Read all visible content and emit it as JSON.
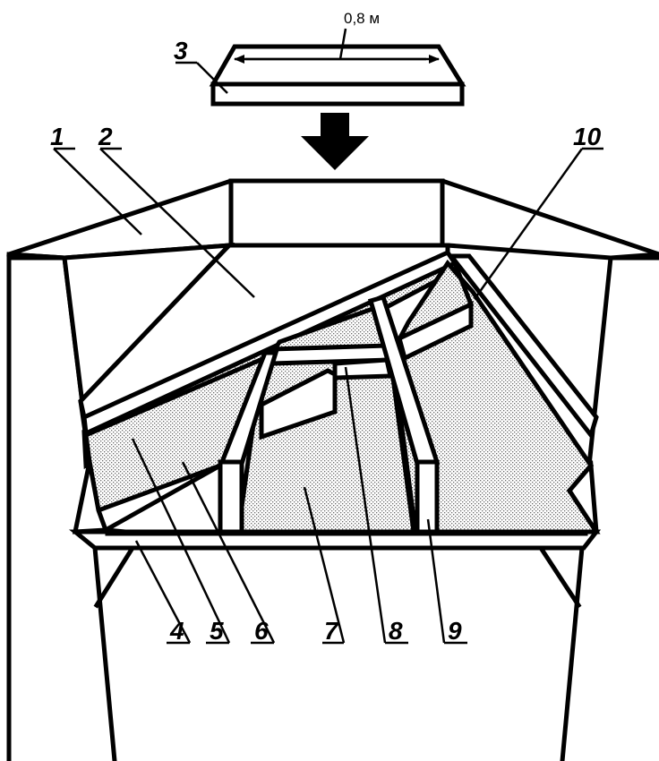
{
  "dimension": {
    "text": "0,8 м"
  },
  "callouts": {
    "c1": "1",
    "c2": "2",
    "c3": "3",
    "c4": "4",
    "c5": "5",
    "c6": "6",
    "c7": "7",
    "c8": "8",
    "c9": "9",
    "c10": "10"
  },
  "colors": {
    "line": "#000000",
    "fill": "#ffffff",
    "hatch": "#b8b8b8"
  }
}
